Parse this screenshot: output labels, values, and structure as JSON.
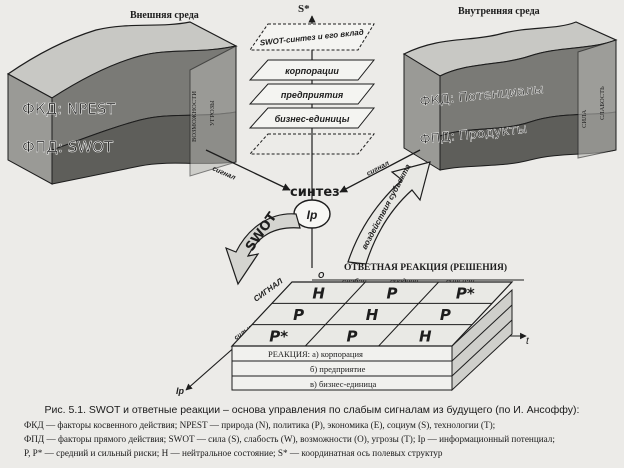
{
  "axes": {
    "s_star": "S*",
    "o": "O",
    "t": "t",
    "ip": "Ip"
  },
  "left_block": {
    "header": "Внешняя среда",
    "top_label": "ФКД: NPEST",
    "bottom_label": "ФПД: SWOT",
    "side_top": "ВОЗМОЖНОСТИ",
    "side_bottom": "УГРОЗЫ"
  },
  "right_block": {
    "header": "Внутренняя среда",
    "top_label": "ФКД: Потенциалы",
    "bottom_label": "ФПД: Продукты",
    "side_top": "СИЛА",
    "side_bottom": "СЛАБОСТЬ"
  },
  "planes": [
    "SWOT-синтез и его вклад",
    "корпорации",
    "предприятия",
    "бизнес-единицы"
  ],
  "signals": {
    "left": "сигнал",
    "right": "сигнал",
    "bottom": "СИГНАЛ",
    "strengths": "сильный  средний  слабый"
  },
  "synthesis": {
    "label": "синтез",
    "core": "Ip"
  },
  "swot_arrow": "SWOT",
  "impact_arrow": "воздействия субъекта",
  "response": {
    "header": "ОТВЕТНАЯ РЕАКЦИЯ (РЕШЕНИЯ)",
    "columns": [
      "слабая",
      "средняя",
      "сильная"
    ],
    "grid": [
      [
        "H",
        "P",
        "P*"
      ],
      [
        "P",
        "H",
        "P"
      ],
      [
        "P*",
        "P",
        "H"
      ]
    ],
    "levels": [
      "РЕАКЦИЯ: а) корпорация",
      "б) предприятие",
      "в) бизнес-единица"
    ]
  },
  "caption": {
    "title": "Рис. 5.1. SWOT и ответные реакции – основа управления по слабым сигналам из будущего (по И. Ансоффу):",
    "lines": [
      "ФКД — факторы косвенного действия; NPEST — природа (N), политика (P), экономика (E), социум (S), технологии (T);",
      "ФПД — факторы прямого действия; SWOT — сила (S), слабость (W), возможности (O), угрозы (T); Ip — информационный потенциал;",
      "P, P* — средний и сильный риски; H — нейтральное состояние; S* — координатная ось полевых структур"
    ]
  },
  "colors": {
    "block_dark": "#5e5e5e",
    "block_mid": "#8a8a88",
    "block_light": "#c9c9c5",
    "ink": "#1d1d1d"
  }
}
